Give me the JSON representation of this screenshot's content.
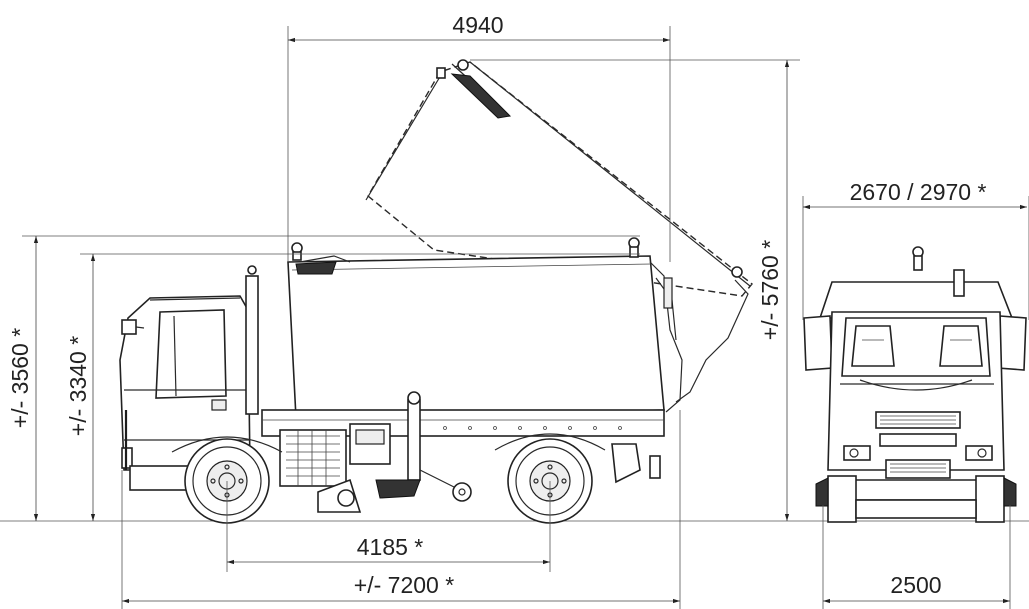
{
  "dimensions": {
    "top_length": "4940",
    "front_width": "2670 / 2970 *",
    "tipped_height": "+/- 5760 *",
    "overall_height": "+/- 3560 *",
    "body_height": "+/- 3340 *",
    "wheelbase": "4185 *",
    "overall_length": "+/- 7200 *",
    "track_width": "2500"
  },
  "colors": {
    "line": "#222222",
    "background": "#ffffff"
  }
}
